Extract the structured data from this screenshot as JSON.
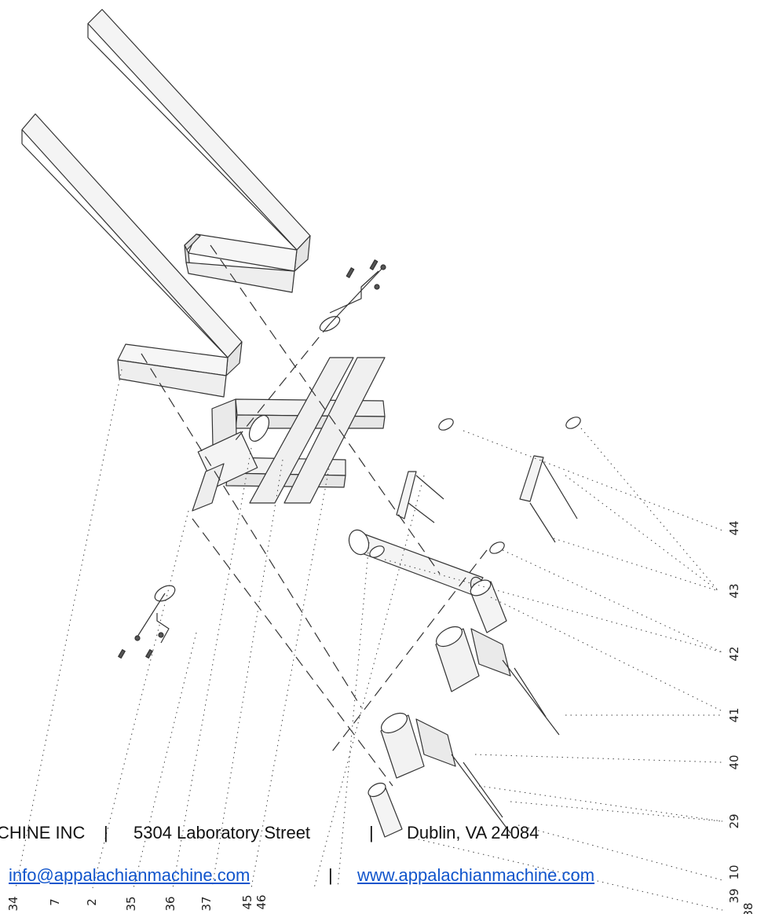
{
  "footer": {
    "company_fragment": "CHINE INC",
    "separator": "|",
    "street": "5304 Laboratory Street",
    "city": "Dublin, VA 24084",
    "email": "info@appalachianmachine.com",
    "website": "www.appalachianmachine.com"
  },
  "callouts_right": [
    "44",
    "43",
    "42",
    "41",
    "40",
    "29",
    "10",
    "39",
    "38"
  ],
  "callouts_bottom": [
    "34",
    "7",
    "2",
    "35",
    "36",
    "37",
    "45",
    "46"
  ],
  "colors": {
    "line": "#333333",
    "link": "#1155cc"
  }
}
